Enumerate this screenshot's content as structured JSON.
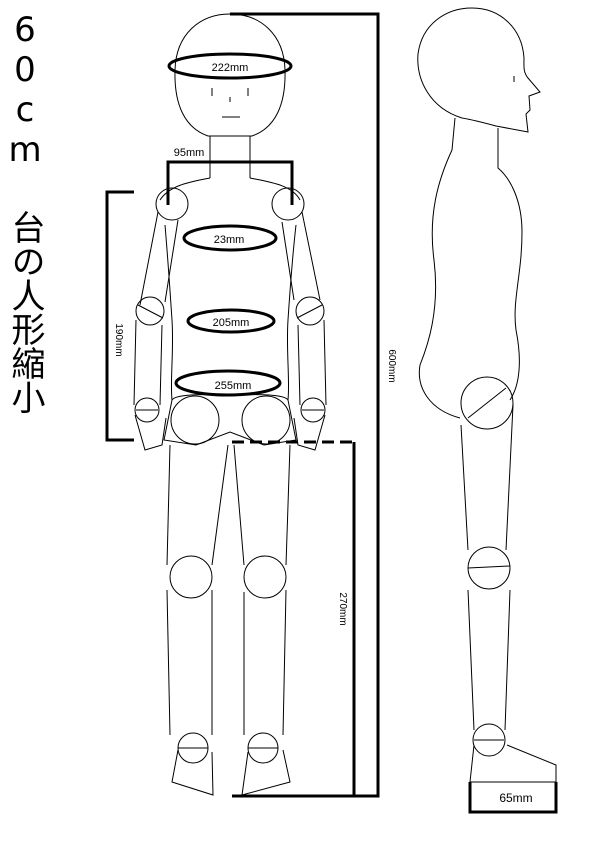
{
  "title": "60cm 台の人形縮小",
  "colors": {
    "line": "#000000",
    "background": "#ffffff"
  },
  "labels": {
    "head_circumference": "222mm",
    "neck_width": "95mm",
    "chest": "23mm",
    "waist": "205mm",
    "hip": "255mm",
    "torso_length": "190mm",
    "total_height": "600mm",
    "leg_length": "270mm",
    "foot_length": "65mm"
  }
}
